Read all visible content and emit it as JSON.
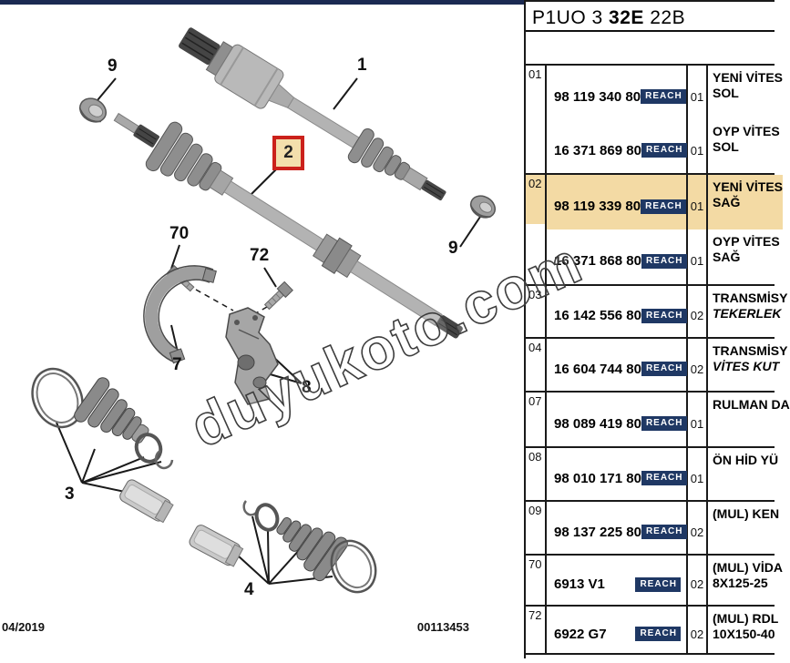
{
  "header": {
    "code_prefix": "P1UO 3 ",
    "code_bold": "32E",
    "code_suffix": " 22B"
  },
  "footer": {
    "date": "04/2019",
    "doc_number": "00113453"
  },
  "watermark": "duyukoto.com",
  "reach_label": "REACH",
  "colors": {
    "accent_navy": "#1B2A52",
    "reach_badge_bg": "#1F3864",
    "row_highlight": "#F3DAA4",
    "callout_red": "#CB211B",
    "table_border": "#1a1a1a"
  },
  "diagram": {
    "labels": {
      "l1": {
        "text": "1"
      },
      "l2": {
        "text": "2"
      },
      "l3": {
        "text": "3"
      },
      "l4": {
        "text": "4"
      },
      "l7": {
        "text": "7"
      },
      "l8": {
        "text": "8"
      },
      "l9a": {
        "text": "9"
      },
      "l9b": {
        "text": "9"
      },
      "l70": {
        "text": "70"
      },
      "l72": {
        "text": "72"
      }
    }
  },
  "table": {
    "groups": [
      {
        "index": "01",
        "entries": [
          {
            "part": "98 119 340 80",
            "qty": "01",
            "desc1": "YENİ VİTES",
            "desc2": "SOL"
          },
          {
            "part": "16 371 869 80",
            "qty": "01",
            "desc1": "OYP VİTES",
            "desc2": "SOL"
          }
        ]
      },
      {
        "index": "02",
        "entries": [
          {
            "part": "98 119 339 80",
            "qty": "01",
            "desc1": "YENİ VİTES",
            "desc2": "SAĞ"
          },
          {
            "part": "16 371 868 80",
            "qty": "01",
            "desc1": "OYP VİTES",
            "desc2": "SAĞ"
          }
        ]
      },
      {
        "index": "03",
        "entries": [
          {
            "part": "16 142 556 80",
            "qty": "02",
            "desc1": "TRANSMİSY",
            "desc2": "TEKERLEK"
          }
        ]
      },
      {
        "index": "04",
        "entries": [
          {
            "part": "16 604 744 80",
            "qty": "02",
            "desc1": "TRANSMİSY",
            "desc2": "VİTES KUT"
          }
        ]
      },
      {
        "index": "07",
        "entries": [
          {
            "part": "98 089 419 80",
            "qty": "01",
            "desc1": "RULMAN DA",
            "desc2": ""
          }
        ]
      },
      {
        "index": "08",
        "entries": [
          {
            "part": "98 010 171 80",
            "qty": "01",
            "desc1": "ÖN HİD YÜ",
            "desc2": ""
          }
        ]
      },
      {
        "index": "09",
        "entries": [
          {
            "part": "98 137 225 80",
            "qty": "02",
            "desc1": "(MUL) KEN",
            "desc2": ""
          }
        ]
      },
      {
        "index": "70",
        "entries": [
          {
            "part": "6913 V1",
            "qty": "02",
            "desc1": "(MUL) VİDA",
            "desc2": "8X125-25"
          }
        ]
      },
      {
        "index": "72",
        "entries": [
          {
            "part": "6922 G7",
            "qty": "02",
            "desc1": "(MUL) RDL",
            "desc2": "10X150-40"
          }
        ]
      }
    ]
  }
}
